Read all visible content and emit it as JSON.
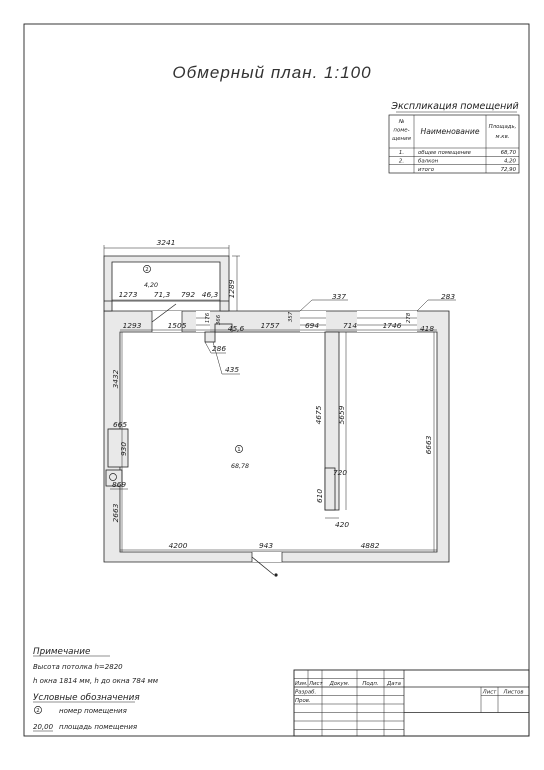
{
  "title": "Обмерный план. 1:100",
  "explication": {
    "heading": "Экспликация помещений",
    "col_no": [
      "№",
      "поме-",
      "щения"
    ],
    "col_name": "Наименование",
    "col_area": [
      "Площадь,",
      "м.кв."
    ],
    "rows": [
      {
        "no": "1.",
        "name": "общее помещение",
        "area": "68,70"
      },
      {
        "no": "2.",
        "name": "балкон",
        "area": "4,20"
      },
      {
        "no": "",
        "name": "итого",
        "area": "72,90"
      }
    ]
  },
  "rooms": [
    {
      "number": "2",
      "area": "4,20"
    },
    {
      "number": "1",
      "area": "68,78"
    }
  ],
  "dims": {
    "balcony_width": "3241",
    "balcony_depth": "1289",
    "balcony_w1": "1273",
    "balcony_w2": "71,3",
    "balcony_w3": "792",
    "balcony_w4": "46,3",
    "top_a": "1293",
    "top_b": "1505",
    "top_c": "176",
    "top_d": "366",
    "top_e": "45,6",
    "top_f": "1757",
    "top_g": "357",
    "top_h": "694",
    "top_i": "337",
    "top_j": "714",
    "top_k": "1746",
    "top_l": "283",
    "top_m": "278",
    "top_n": "418",
    "call_1": "286",
    "call_2": "435",
    "left_a": "3432",
    "left_b": "665",
    "left_c": "930",
    "left_d": "869",
    "left_e": "2663",
    "col_a": "4675",
    "col_b": "5659",
    "col_c": "720",
    "col_d": "610",
    "col_e": "420",
    "right_a": "6663",
    "bottom_a": "4200",
    "bottom_b": "943",
    "bottom_c": "4882"
  },
  "notes": {
    "heading": "Примечание",
    "ceiling": "Высота потолка h=2820",
    "window": "h окна 1814 мм, h до окна 784 мм",
    "legend_heading": "Условные обозначения",
    "legend_room_symbol": "2",
    "legend_room": "номер помещения",
    "legend_area_sample": "20,00",
    "legend_area": "площадь помещения"
  },
  "stamp": {
    "headers": [
      "Изм.",
      "Лист",
      "Докум.",
      "Подп.",
      "Дата"
    ],
    "rows": [
      "Разраб.",
      "Пров."
    ],
    "sheet": "Лист",
    "sheets": "Листов"
  }
}
